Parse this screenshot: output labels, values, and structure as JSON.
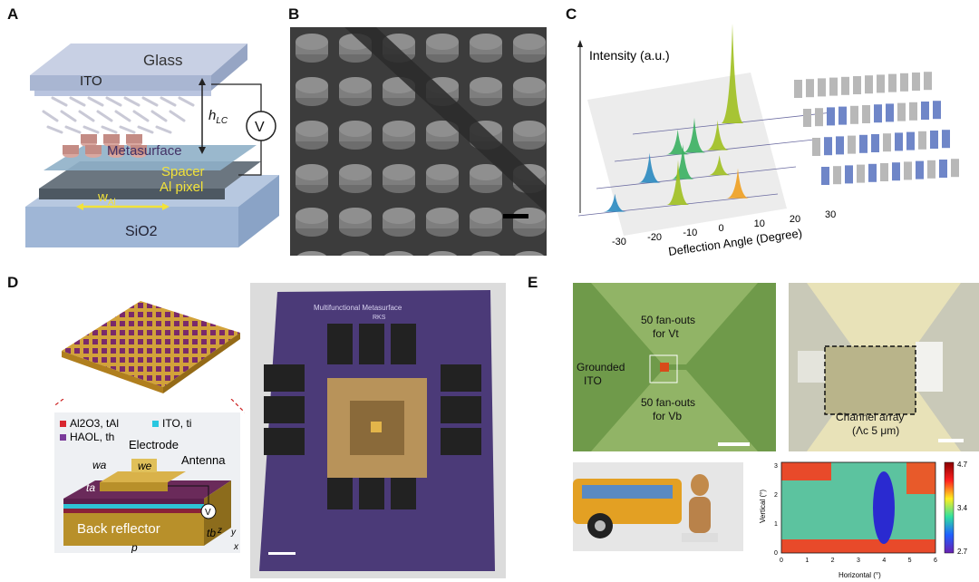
{
  "panels": {
    "A": {
      "label": "A",
      "glass": "Glass",
      "ito": "ITO",
      "hlc_main": "h",
      "hlc_sub": "LC",
      "voltage": "V",
      "metasurface": "Metasurface",
      "spacer": "Spacer",
      "al_pixel": "Al pixel",
      "wal_main": "w",
      "wal_sub": "Al",
      "sio2": "SiO2"
    },
    "B": {
      "label": "B"
    },
    "C": {
      "label": "C",
      "ylabel": "Intensity (a.u.)",
      "xlabel": "Deflection Angle (Degree)",
      "ticks": [
        "-30",
        "-20",
        "-10",
        "0",
        "10",
        "20",
        "30"
      ]
    },
    "D": {
      "label": "D",
      "legend": {
        "al2o3": "Al2O3, tAl",
        "ito": "ITO, ti",
        "haol": "HAOL, th"
      },
      "electrode": "Electrode",
      "antenna": "Antenna",
      "wa": "wa",
      "we": "we",
      "ta": "ta",
      "v": "V",
      "back_reflector": "Back reflector",
      "p": "p",
      "tb": "tb",
      "axes": [
        "z",
        "y",
        "x"
      ],
      "board_title": "Multifunctional Metasurface",
      "board_sub": "RKS"
    },
    "E": {
      "label": "E",
      "fanout_top": "50 fan-outs",
      "fanout_top_sub": "for Vt",
      "grounded": "Grounded",
      "ito": "ITO",
      "fanout_bot": "50 fan-outs",
      "fanout_bot_sub": "for Vb",
      "channel": "Channel array",
      "channel_sub": "(Λc 5 μm)",
      "heat_xlabel": "Horizontal (°)",
      "heat_ylabel": "Vertical (°)",
      "heat_xticks": [
        "0",
        "1",
        "2",
        "3",
        "4",
        "5",
        "6"
      ],
      "heat_yticks": [
        "0",
        "1",
        "2",
        "3"
      ],
      "cbar_ticks": [
        "4.7",
        "3.4",
        "2.7"
      ]
    }
  },
  "chart_data": {
    "type": "line",
    "title": "",
    "xlabel": "Deflection Angle (Degree)",
    "ylabel": "Intensity (a.u.)",
    "xlim": [
      -30,
      30
    ],
    "series": [
      {
        "peaks": [
          [
            0,
            1.0
          ]
        ]
      },
      {
        "peaks": [
          [
            -6,
            0.35
          ],
          [
            -11,
            0.25
          ],
          [
            1,
            0.3
          ]
        ]
      },
      {
        "peaks": [
          [
            -14,
            0.3
          ],
          [
            -4,
            0.35
          ],
          [
            7,
            0.2
          ]
        ]
      },
      {
        "peaks": [
          [
            -19,
            0.18
          ],
          [
            0,
            0.45
          ],
          [
            18,
            0.3
          ]
        ]
      }
    ]
  }
}
